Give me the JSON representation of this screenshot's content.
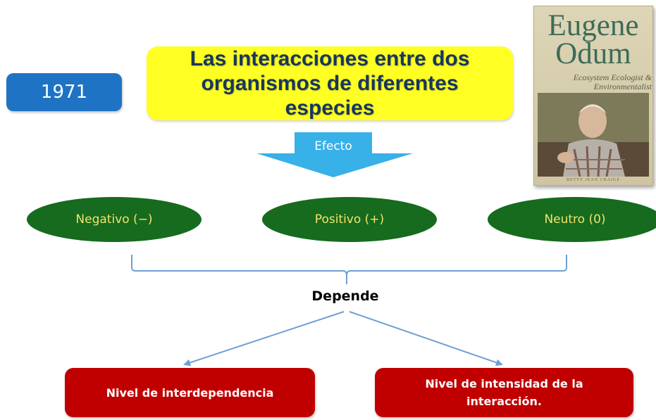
{
  "year": "1971",
  "title": "Las interacciones entre dos organismos de diferentes especies",
  "effect_arrow_label": "Efecto",
  "book": {
    "author_first": "Eugene",
    "author_last": "Odum",
    "subtitle": "Ecosystem Ecologist & Environmentalist",
    "byline": "BETTY JEAN CRAIGE"
  },
  "effects": [
    {
      "label": "Negativo (−)"
    },
    {
      "label": "Positivo (+)"
    },
    {
      "label": "Neutro (0)"
    }
  ],
  "depends_label": "Depende",
  "factors": [
    {
      "label": "Nivel de interdependencia"
    },
    {
      "label": "Nivel de intensidad de la interacción."
    }
  ],
  "colors": {
    "year_badge": "#1f73c4",
    "title_box": "#ffff24",
    "title_text": "#17375e",
    "effect_arrow": "#38b0e8",
    "ellipse_fill": "#166b1e",
    "ellipse_text": "#f3e36b",
    "connector": "#6f9fd1",
    "factor_box": "#c00000"
  }
}
